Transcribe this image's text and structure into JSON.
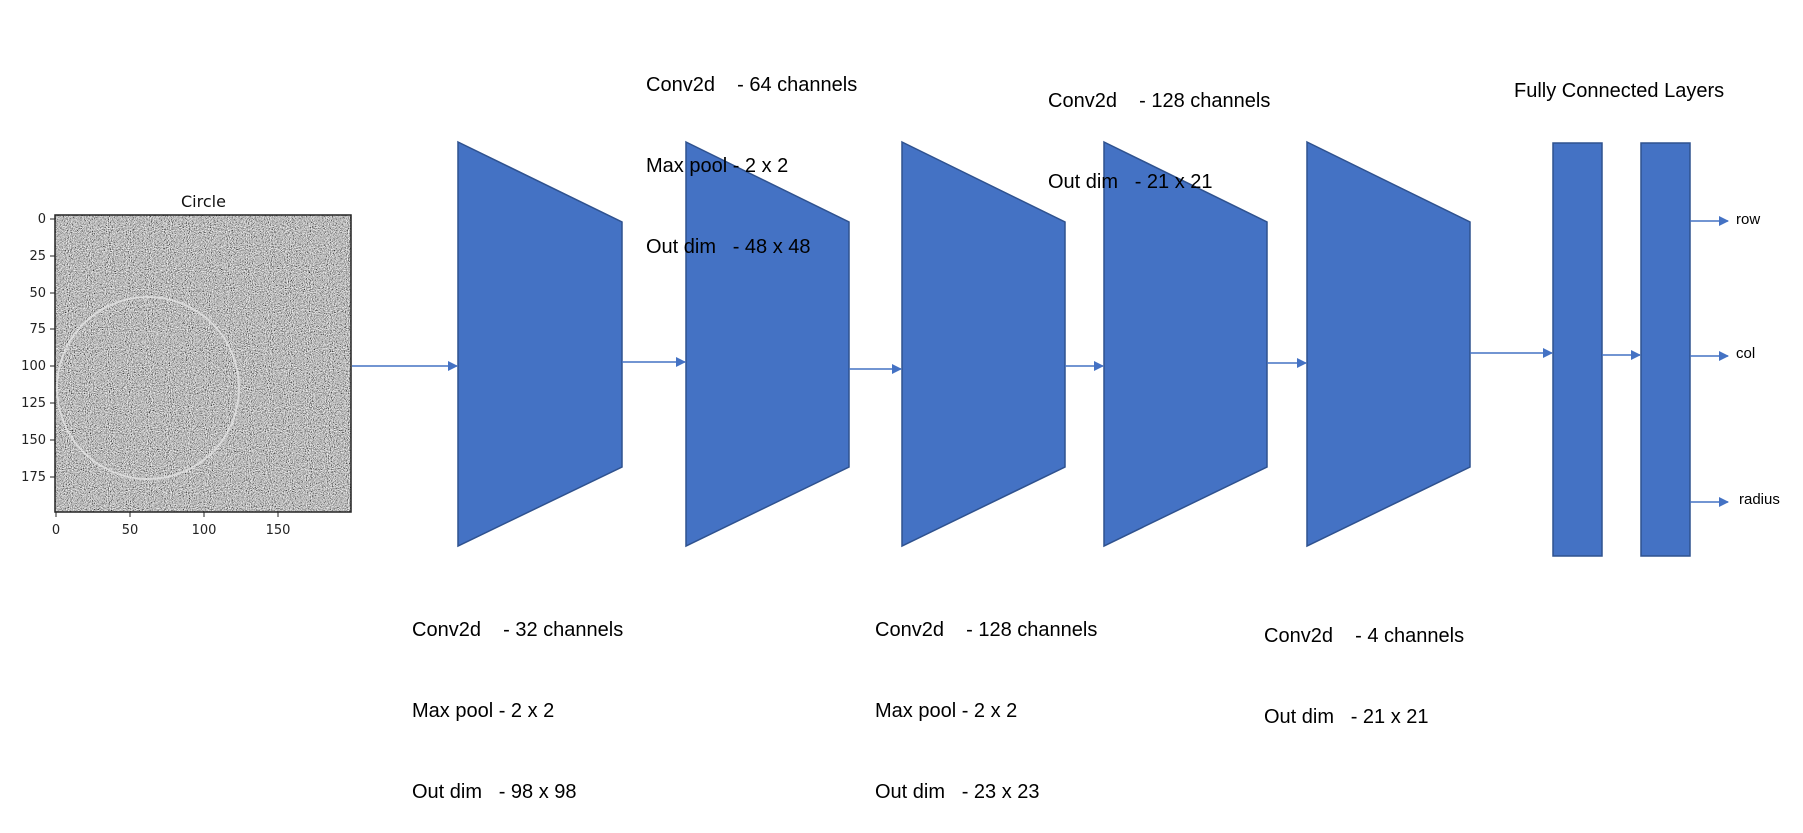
{
  "plot": {
    "title": "Circle",
    "y_ticks": [
      "0",
      "25",
      "50",
      "75",
      "100",
      "125",
      "150",
      "175"
    ],
    "x_ticks": [
      "0",
      "50",
      "100",
      "150"
    ],
    "noise_color": "#808080"
  },
  "layers": [
    {
      "lines": [
        "Conv2d    - 32 channels",
        "Max pool - 2 x 2",
        "Out dim   - 98 x 98"
      ]
    },
    {
      "lines": [
        "Conv2d    - 64 channels",
        "Max pool - 2 x 2",
        "Out dim   - 48 x 48"
      ]
    },
    {
      "lines": [
        "Conv2d    - 128 channels",
        "Max pool - 2 x 2",
        "Out dim   - 23 x 23"
      ]
    },
    {
      "lines": [
        "Conv2d    - 128 channels",
        "Out dim   - 21 x 21"
      ]
    },
    {
      "lines": [
        "Conv2d    - 4 channels",
        "Out dim   - 21 x 21"
      ]
    }
  ],
  "fully_connected": {
    "title": "Fully Connected Layers"
  },
  "outputs": [
    "row",
    "col",
    "radius"
  ],
  "colors": {
    "block_fill": "#4472C4",
    "block_stroke": "#2F528F",
    "arrow": "#4472C4"
  }
}
